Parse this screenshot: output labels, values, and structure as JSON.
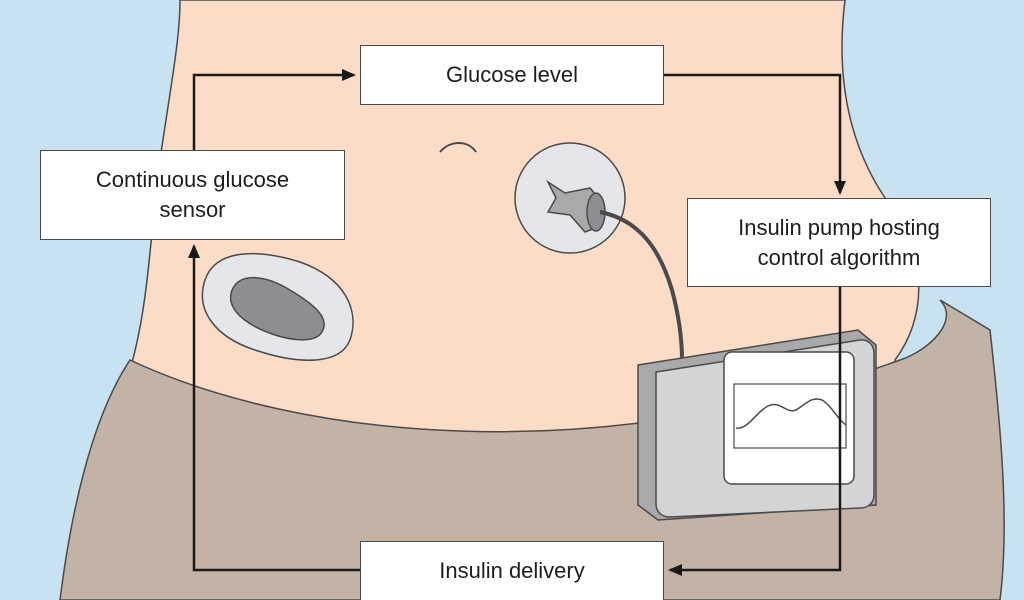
{
  "labels": {
    "glucose_level": "Glucose level",
    "sensor_line1": "Continuous glucose",
    "sensor_line2": "sensor",
    "pump_line1": "Insulin pump hosting",
    "pump_line2": "control algorithm",
    "insulin_delivery": "Insulin delivery"
  },
  "colors": {
    "background": "#c9e2f1",
    "skin": "#fbdcc6",
    "waistband": "#c3b3a6",
    "outline": "#4a4a4a",
    "box_fill": "#ffffff",
    "device_body": "#a9a9ab",
    "device_face": "#d4d4d6",
    "sensor_patch": "#e6e6ea",
    "sensor_core": "#8e8e92",
    "arrow": "#1a1a1a"
  },
  "icons": {
    "sensor": "sensor-patch-icon",
    "cannula": "infusion-set-icon",
    "pump": "insulin-pump-icon",
    "navel": "navel-icon"
  }
}
